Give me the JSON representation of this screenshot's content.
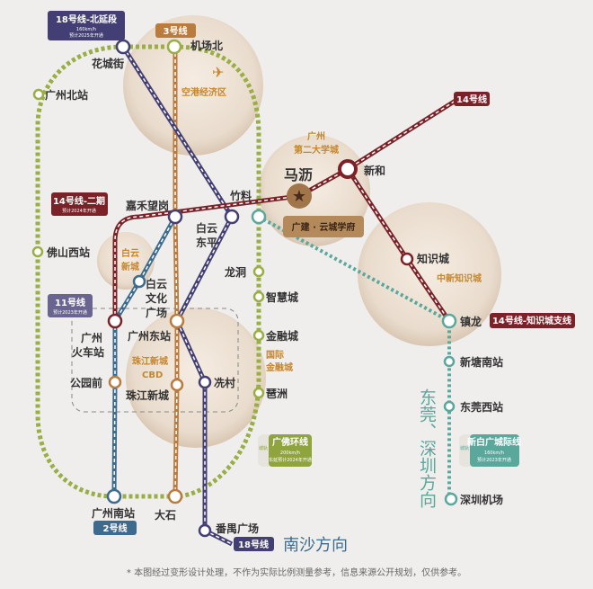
{
  "colors": {
    "ring": "#9aae46",
    "line3": "#b97b3e",
    "line18": "#433f74",
    "line14": "#7b2228",
    "line2": "#3d6b8e",
    "intercity": "#5aa79c",
    "bg": "#efeeec"
  },
  "labels": {
    "line18_north": {
      "title": "18号线-北延段",
      "speed": "160km/h",
      "note": "预计2025年开通"
    },
    "line3": "3号线",
    "line14": "14号线",
    "line14_phase2": {
      "title": "14号线-二期",
      "note": "预计2024年开通"
    },
    "line11": {
      "title": "11号线",
      "note": "预计2023年开通"
    },
    "line14_branch": "14号线-知识城支线",
    "line2": "2号线",
    "line18": "18号线",
    "guangfo": {
      "tag": "城轨",
      "title": "广佛环线",
      "speed": "200km/h",
      "note": "东延预计2024年开通"
    },
    "xinbai": {
      "tag": "城轨",
      "title": "新白广城际线",
      "speed": "160km/h",
      "note": "预计2023年开通"
    }
  },
  "areas": {
    "airport": "空港经济区",
    "university1": "广州",
    "university2": "第二大学城",
    "baiyun1": "白云",
    "baiyun2": "新城",
    "cbd1": "珠江新城",
    "cbd2": "CBD",
    "finance1": "国际",
    "finance2": "金融城",
    "zhishi": "中新知识城"
  },
  "project": "广建 · 云城学府",
  "stations": {
    "huachengjie": "花城街",
    "jichangbei": "机场北",
    "guangzhoubei": "广州北站",
    "foshanxi": "佛山西站",
    "jiahewanggang": "嘉禾望岗",
    "zhuliao": "竹料",
    "baiyundongping1": "白云",
    "baiyundongping2": "东平",
    "longdong": "龙洞",
    "zhihuicheng": "智慧城",
    "jinrongcheng": "金融城",
    "pazhou": "琶洲",
    "baiyunwenhua1": "白云",
    "baiyunwenhua2": "文化",
    "baiyunwenhua3": "广场",
    "guangzhouhuochezhan1": "广州",
    "guangzhouhuochezhan2": "火车站",
    "guangzhoudongzhan": "广州东站",
    "gongyuanqian": "公园前",
    "zhujiangxincheng": "珠江新城",
    "xiancun": "冼村",
    "guangzhounan": "广州南站",
    "dashi": "大石",
    "panyuguangchang": "番禺广场",
    "mali": "马沥",
    "xinhe": "新和",
    "zhishicheng": "知识城",
    "zhenlong": "镇龙",
    "xintangnan": "新塘南站",
    "dongguanxi": "东莞西站",
    "shenzhenjichang": "深圳机场"
  },
  "directions": {
    "dongguan": "东莞、深圳方向",
    "nansha": "南沙方向"
  },
  "footnote": "* 本图经过变形设计处理，不作为实际比例测量参考，信息来源公开规划，仅供参考。"
}
